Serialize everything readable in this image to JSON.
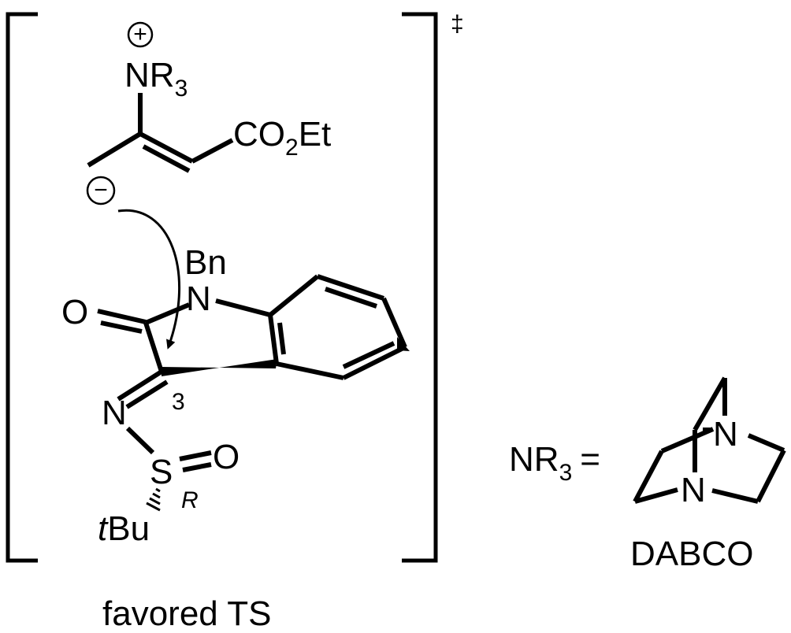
{
  "diagram": {
    "ts_symbol": "‡",
    "enolate": {
      "plus_charge": "+",
      "ammonium_label": "NR",
      "ammonium_sub": "3",
      "ester_co": "CO",
      "ester_sub": "2",
      "ester_et": "Et",
      "minus_charge": "−"
    },
    "isatin": {
      "n_benzyl": "Bn",
      "n_atom": "N",
      "carbonyl_o": "O",
      "c3_locant": "3",
      "imine_n": "N",
      "sulfur": "S",
      "sulfinyl_o": "O",
      "config": "R",
      "tbu_t": "t",
      "tbu_bu": "Bu"
    },
    "caption": "favored TS",
    "dabco": {
      "lhs_nr": "NR",
      "lhs_sub": "3",
      "equals": "=",
      "n_top": "N",
      "n_bottom": "N",
      "name": "DABCO"
    }
  }
}
